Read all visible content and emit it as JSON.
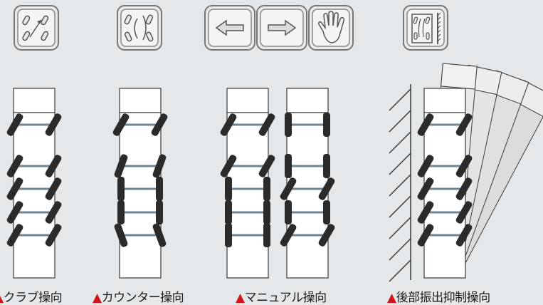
{
  "colors": {
    "background": "#e4e8eb",
    "tire": "#2b2b2b",
    "axle": "#6f8593",
    "body": "#ffffff",
    "outline": "#3a3a3a",
    "marker": "#d4141b"
  },
  "icons": [
    {
      "name": "crab-steer-icon"
    },
    {
      "name": "counter-steer-icon"
    },
    {
      "name": "arrow-left-icon"
    },
    {
      "name": "arrow-right-icon"
    },
    {
      "name": "hand-icon"
    },
    {
      "name": "rear-swing-suppression-icon"
    }
  ],
  "diagrams": [
    {
      "name": "crab-steering-diagram",
      "wheel_angles": [
        30,
        30,
        30,
        30,
        30,
        30
      ]
    },
    {
      "name": "counter-steering-diagram",
      "wheel_angles": [
        30,
        20,
        0,
        0,
        -20,
        -30
      ]
    },
    {
      "name": "manual-steering-diagram-left",
      "wheel_angles": [
        30,
        30,
        0,
        0,
        0,
        30
      ]
    },
    {
      "name": "manual-steering-diagram-right",
      "wheel_angles": [
        0,
        0,
        30,
        0,
        30,
        30
      ]
    },
    {
      "name": "rear-swing-suppression-diagram",
      "wheel_angles": [
        30,
        30,
        30,
        30,
        30,
        30
      ]
    }
  ],
  "labels": {
    "marker": "▲",
    "crab": "クラブ操向",
    "counter": "カウンター操向",
    "manual": "マニュアル操向",
    "rear": "後部振出抑制操向"
  }
}
